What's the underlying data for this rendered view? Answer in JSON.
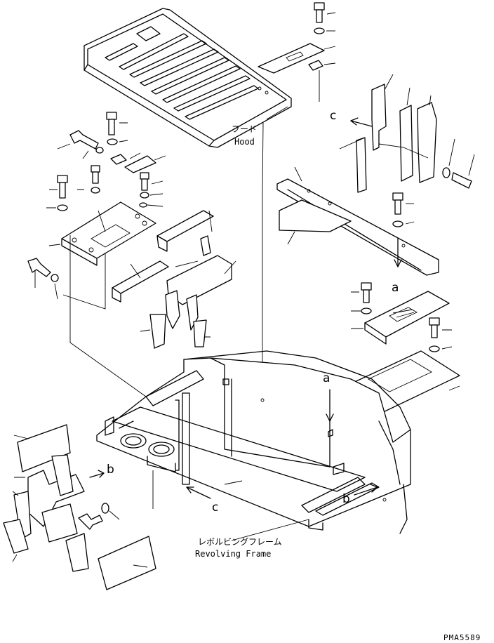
{
  "labels": {
    "hood_jp": "フード",
    "hood_en": "Hood",
    "frame_jp": "レボルビングフレーム",
    "frame_en": "Revolving Frame",
    "ref_a": "a",
    "ref_b": "b",
    "ref_c": "c",
    "drawing_code": "PMA5589"
  },
  "colors": {
    "line": "#000000",
    "background": "#ffffff"
  }
}
